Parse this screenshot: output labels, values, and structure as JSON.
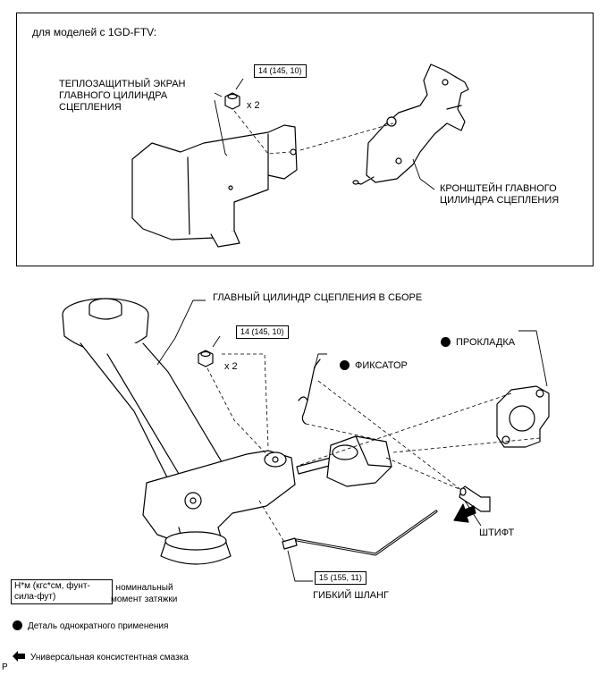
{
  "top_panel": {
    "caption": "для моделей с 1GD-FTV:",
    "heat_shield_label": "ТЕПЛОЗАЩИТНЫЙ ЭКРАН\nГЛАВНОГО ЦИЛИНДРА\nСЦЕПЛЕНИЯ",
    "torque_label": "14 (145, 10)",
    "qty_label": "x 2",
    "bracket_label": "КРОНШТЕЙН ГЛАВНОГО\nЦИЛИНДРА СЦЕПЛЕНИЯ"
  },
  "bottom_panel": {
    "master_cylinder_label": "ГЛАВНЫЙ ЦИЛИНДР СЦЕПЛЕНИЯ В СБОРЕ",
    "torque_label": "14 (145, 10)",
    "qty_label": "x 2",
    "clip_label": "ФИКСАТОР",
    "gasket_label": "ПРОКЛАДКА",
    "pin_label": "ШТИФТ",
    "hose_torque_label": "15 (155, 11)",
    "hose_label": "ГИБКИЙ ШЛАНГ"
  },
  "legend": {
    "units_box": "Н*м (кгс*см, фунт-\nсила-фут)",
    "units_desc": ": номинальный\nмомент затяжки",
    "non_reusable": "Деталь однократного применения",
    "grease": "Универсальная консистентная смазка"
  },
  "footer_mark": "P"
}
